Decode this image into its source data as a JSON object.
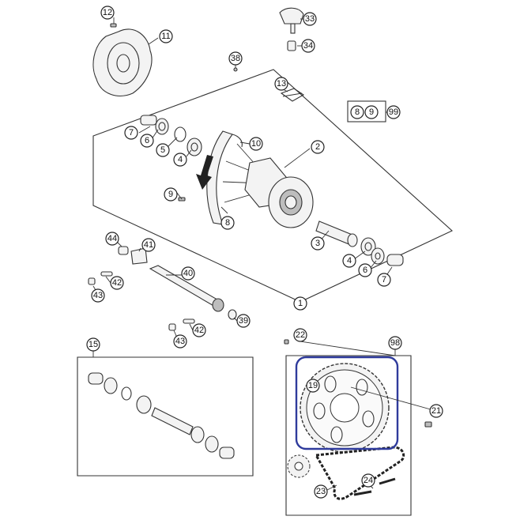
{
  "callouts": {
    "c1": "1",
    "c2": "2",
    "c3": "3",
    "c4a": "4",
    "c4b": "4",
    "c5": "5",
    "c6a": "6",
    "c6b": "6",
    "c7a": "7",
    "c7b": "7",
    "c8": "8",
    "c9": "9",
    "c10": "10",
    "c11": "11",
    "c12": "12",
    "c13": "13",
    "c15": "15",
    "c19": "19",
    "c21": "21",
    "c22": "22",
    "c23": "23",
    "c24": "24",
    "c33": "33",
    "c34": "34",
    "c38": "38",
    "c39": "39",
    "c40": "40",
    "c41": "41",
    "c42a": "42",
    "c42b": "42",
    "c43a": "43",
    "c43b": "43",
    "c44": "44",
    "c98": "98",
    "c8k": "8",
    "c9k": "9",
    "c99": "99"
  },
  "colors": {
    "highlight": "#2f3b9c",
    "line": "#333333"
  }
}
